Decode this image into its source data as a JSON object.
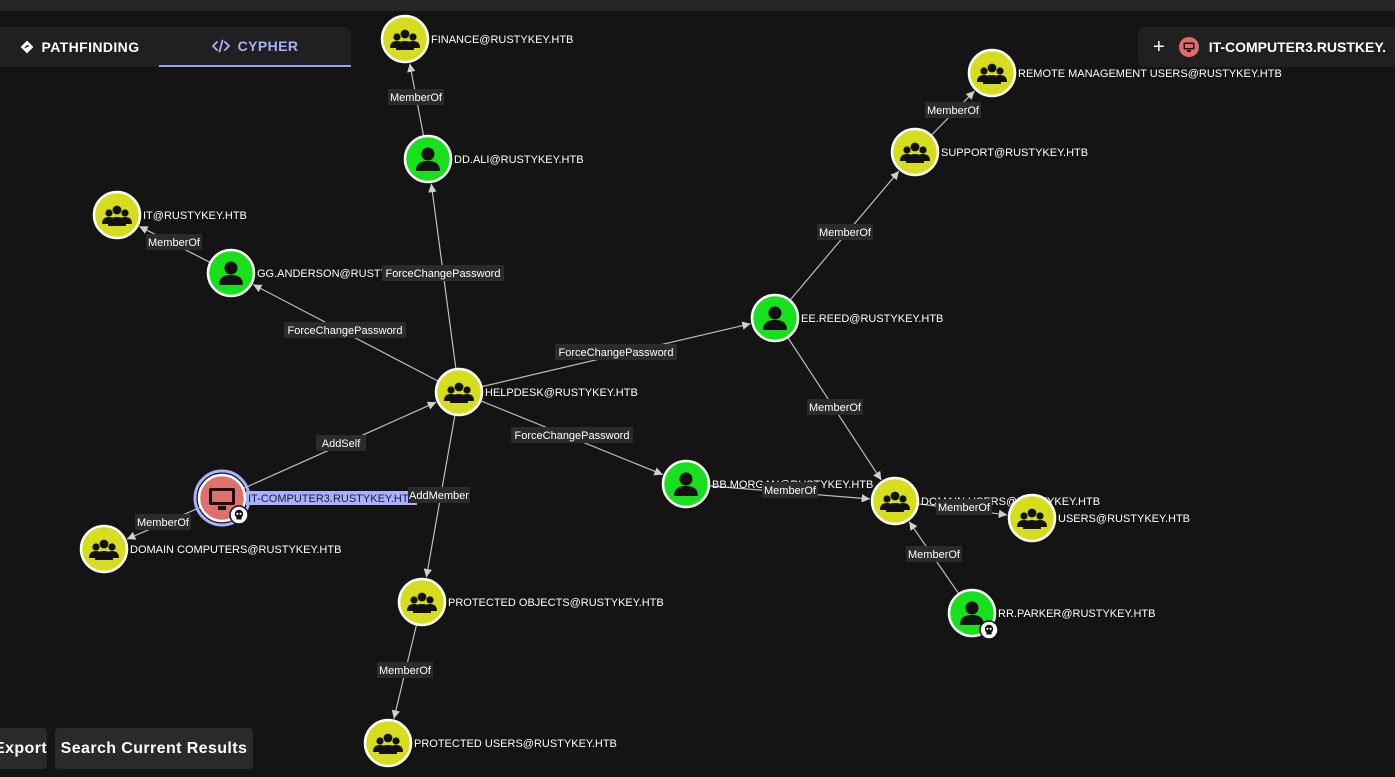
{
  "tabs": [
    {
      "label": "PATHFINDING",
      "icon": "diamond-route-icon"
    },
    {
      "label": "CYPHER",
      "icon": "code-icon"
    }
  ],
  "pinned_node": {
    "label": "IT-COMPUTER3.RUSTKEY.",
    "icon": "computer-icon"
  },
  "buttons": {
    "export": "Export",
    "search_results": "Search Current Results"
  },
  "colors": {
    "group": "#d6dd1f",
    "user": "#19e01c",
    "computer": "#e0706c",
    "selected_label": "#a9b1ff"
  },
  "graph": {
    "nodes": [
      {
        "id": "finance",
        "label": "FINANCE@RUSTYKEY.HTB",
        "type": "group"
      },
      {
        "id": "ddali",
        "label": "DD.ALI@RUSTYKEY.HTB",
        "type": "user"
      },
      {
        "id": "it",
        "label": "IT@RUSTYKEY.HTB",
        "type": "group"
      },
      {
        "id": "gganderson",
        "label": "GG.ANDERSON@RUSTYKEY.HTB",
        "type": "user"
      },
      {
        "id": "helpdesk",
        "label": "HELPDESK@RUSTYKEY.HTB",
        "type": "group"
      },
      {
        "id": "itcomputer3",
        "label": "IT-COMPUTER3.RUSTYKEY.HTB",
        "type": "computer",
        "selected": true,
        "owned": true
      },
      {
        "id": "domaincomputers",
        "label": "DOMAIN COMPUTERS@RUSTYKEY.HTB",
        "type": "group"
      },
      {
        "id": "protectedobjects",
        "label": "PROTECTED OBJECTS@RUSTYKEY.HTB",
        "type": "group"
      },
      {
        "id": "protectedusers",
        "label": "PROTECTED USERS@RUSTYKEY.HTB",
        "type": "group"
      },
      {
        "id": "bbmorgan",
        "label": "BB.MORGAN@RUSTYKEY.HTB",
        "type": "user"
      },
      {
        "id": "eereed",
        "label": "EE.REED@RUSTYKEY.HTB",
        "type": "user"
      },
      {
        "id": "support",
        "label": "SUPPORT@RUSTYKEY.HTB",
        "type": "group"
      },
      {
        "id": "remotemgmt",
        "label": "REMOTE MANAGEMENT USERS@RUSTYKEY.HTB",
        "type": "group"
      },
      {
        "id": "domainusers",
        "label": "DOMAIN USERS@RUSTYKEY.HTB",
        "type": "group"
      },
      {
        "id": "users",
        "label": "USERS@RUSTYKEY.HTB",
        "type": "group"
      },
      {
        "id": "rrparker",
        "label": "RR.PARKER@RUSTYKEY.HTB",
        "type": "user",
        "owned": true
      }
    ],
    "edges": [
      {
        "from": "ddali",
        "to": "finance",
        "label": "MemberOf"
      },
      {
        "from": "helpdesk",
        "to": "ddali",
        "label": "ForceChangePassword"
      },
      {
        "from": "gganderson",
        "to": "it",
        "label": "MemberOf"
      },
      {
        "from": "helpdesk",
        "to": "gganderson",
        "label": "ForceChangePassword"
      },
      {
        "from": "helpdesk",
        "to": "eereed",
        "label": "ForceChangePassword"
      },
      {
        "from": "helpdesk",
        "to": "bbmorgan",
        "label": "ForceChangePassword"
      },
      {
        "from": "itcomputer3",
        "to": "helpdesk",
        "label": "AddSelf"
      },
      {
        "from": "itcomputer3",
        "to": "domaincomputers",
        "label": "MemberOf"
      },
      {
        "from": "helpdesk",
        "to": "protectedobjects",
        "label": "AddMember"
      },
      {
        "from": "protectedobjects",
        "to": "protectedusers",
        "label": "MemberOf"
      },
      {
        "from": "eereed",
        "to": "support",
        "label": "MemberOf"
      },
      {
        "from": "support",
        "to": "remotemgmt",
        "label": "MemberOf"
      },
      {
        "from": "eereed",
        "to": "domainusers",
        "label": "MemberOf"
      },
      {
        "from": "bbmorgan",
        "to": "domainusers",
        "label": "MemberOf"
      },
      {
        "from": "domainusers",
        "to": "users",
        "label": "MemberOf"
      },
      {
        "from": "rrparker",
        "to": "domainusers",
        "label": "MemberOf"
      }
    ]
  }
}
